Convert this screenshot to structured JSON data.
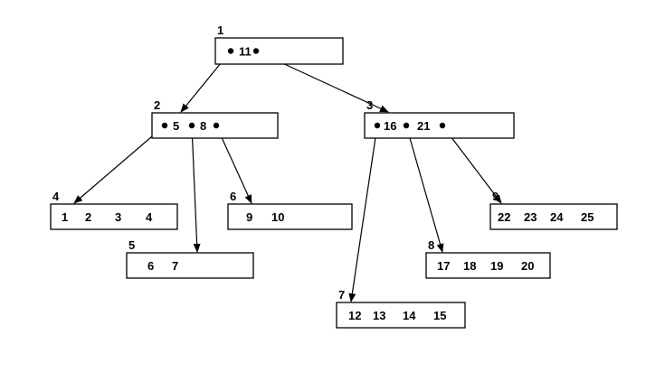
{
  "diagram": {
    "nodes": [
      {
        "id": "1",
        "label": "1",
        "entries": [
          "11"
        ]
      },
      {
        "id": "2",
        "label": "2",
        "entries": [
          "5",
          "8"
        ]
      },
      {
        "id": "3",
        "label": "3",
        "entries": [
          "16",
          "21"
        ]
      },
      {
        "id": "4",
        "label": "4",
        "entries": [
          "1",
          "2",
          "3",
          "4"
        ]
      },
      {
        "id": "5",
        "label": "5",
        "entries": [
          "6",
          "7"
        ]
      },
      {
        "id": "6",
        "label": "6",
        "entries": [
          "9",
          "10"
        ]
      },
      {
        "id": "7",
        "label": "7",
        "entries": [
          "12",
          "13",
          "14",
          "15"
        ]
      },
      {
        "id": "8",
        "label": "8",
        "entries": [
          "17",
          "18",
          "19",
          "20"
        ]
      },
      {
        "id": "9",
        "label": "9",
        "entries": [
          "22",
          "23",
          "24",
          "25"
        ]
      }
    ],
    "edges": [
      {
        "from": "1",
        "to": "2"
      },
      {
        "from": "1",
        "to": "3"
      },
      {
        "from": "2",
        "to": "4"
      },
      {
        "from": "2",
        "to": "5"
      },
      {
        "from": "2",
        "to": "6"
      },
      {
        "from": "3",
        "to": "7"
      },
      {
        "from": "3",
        "to": "8"
      },
      {
        "from": "3",
        "to": "9"
      }
    ],
    "colors": {
      "stroke": "#000000",
      "background": "#ffffff"
    }
  }
}
